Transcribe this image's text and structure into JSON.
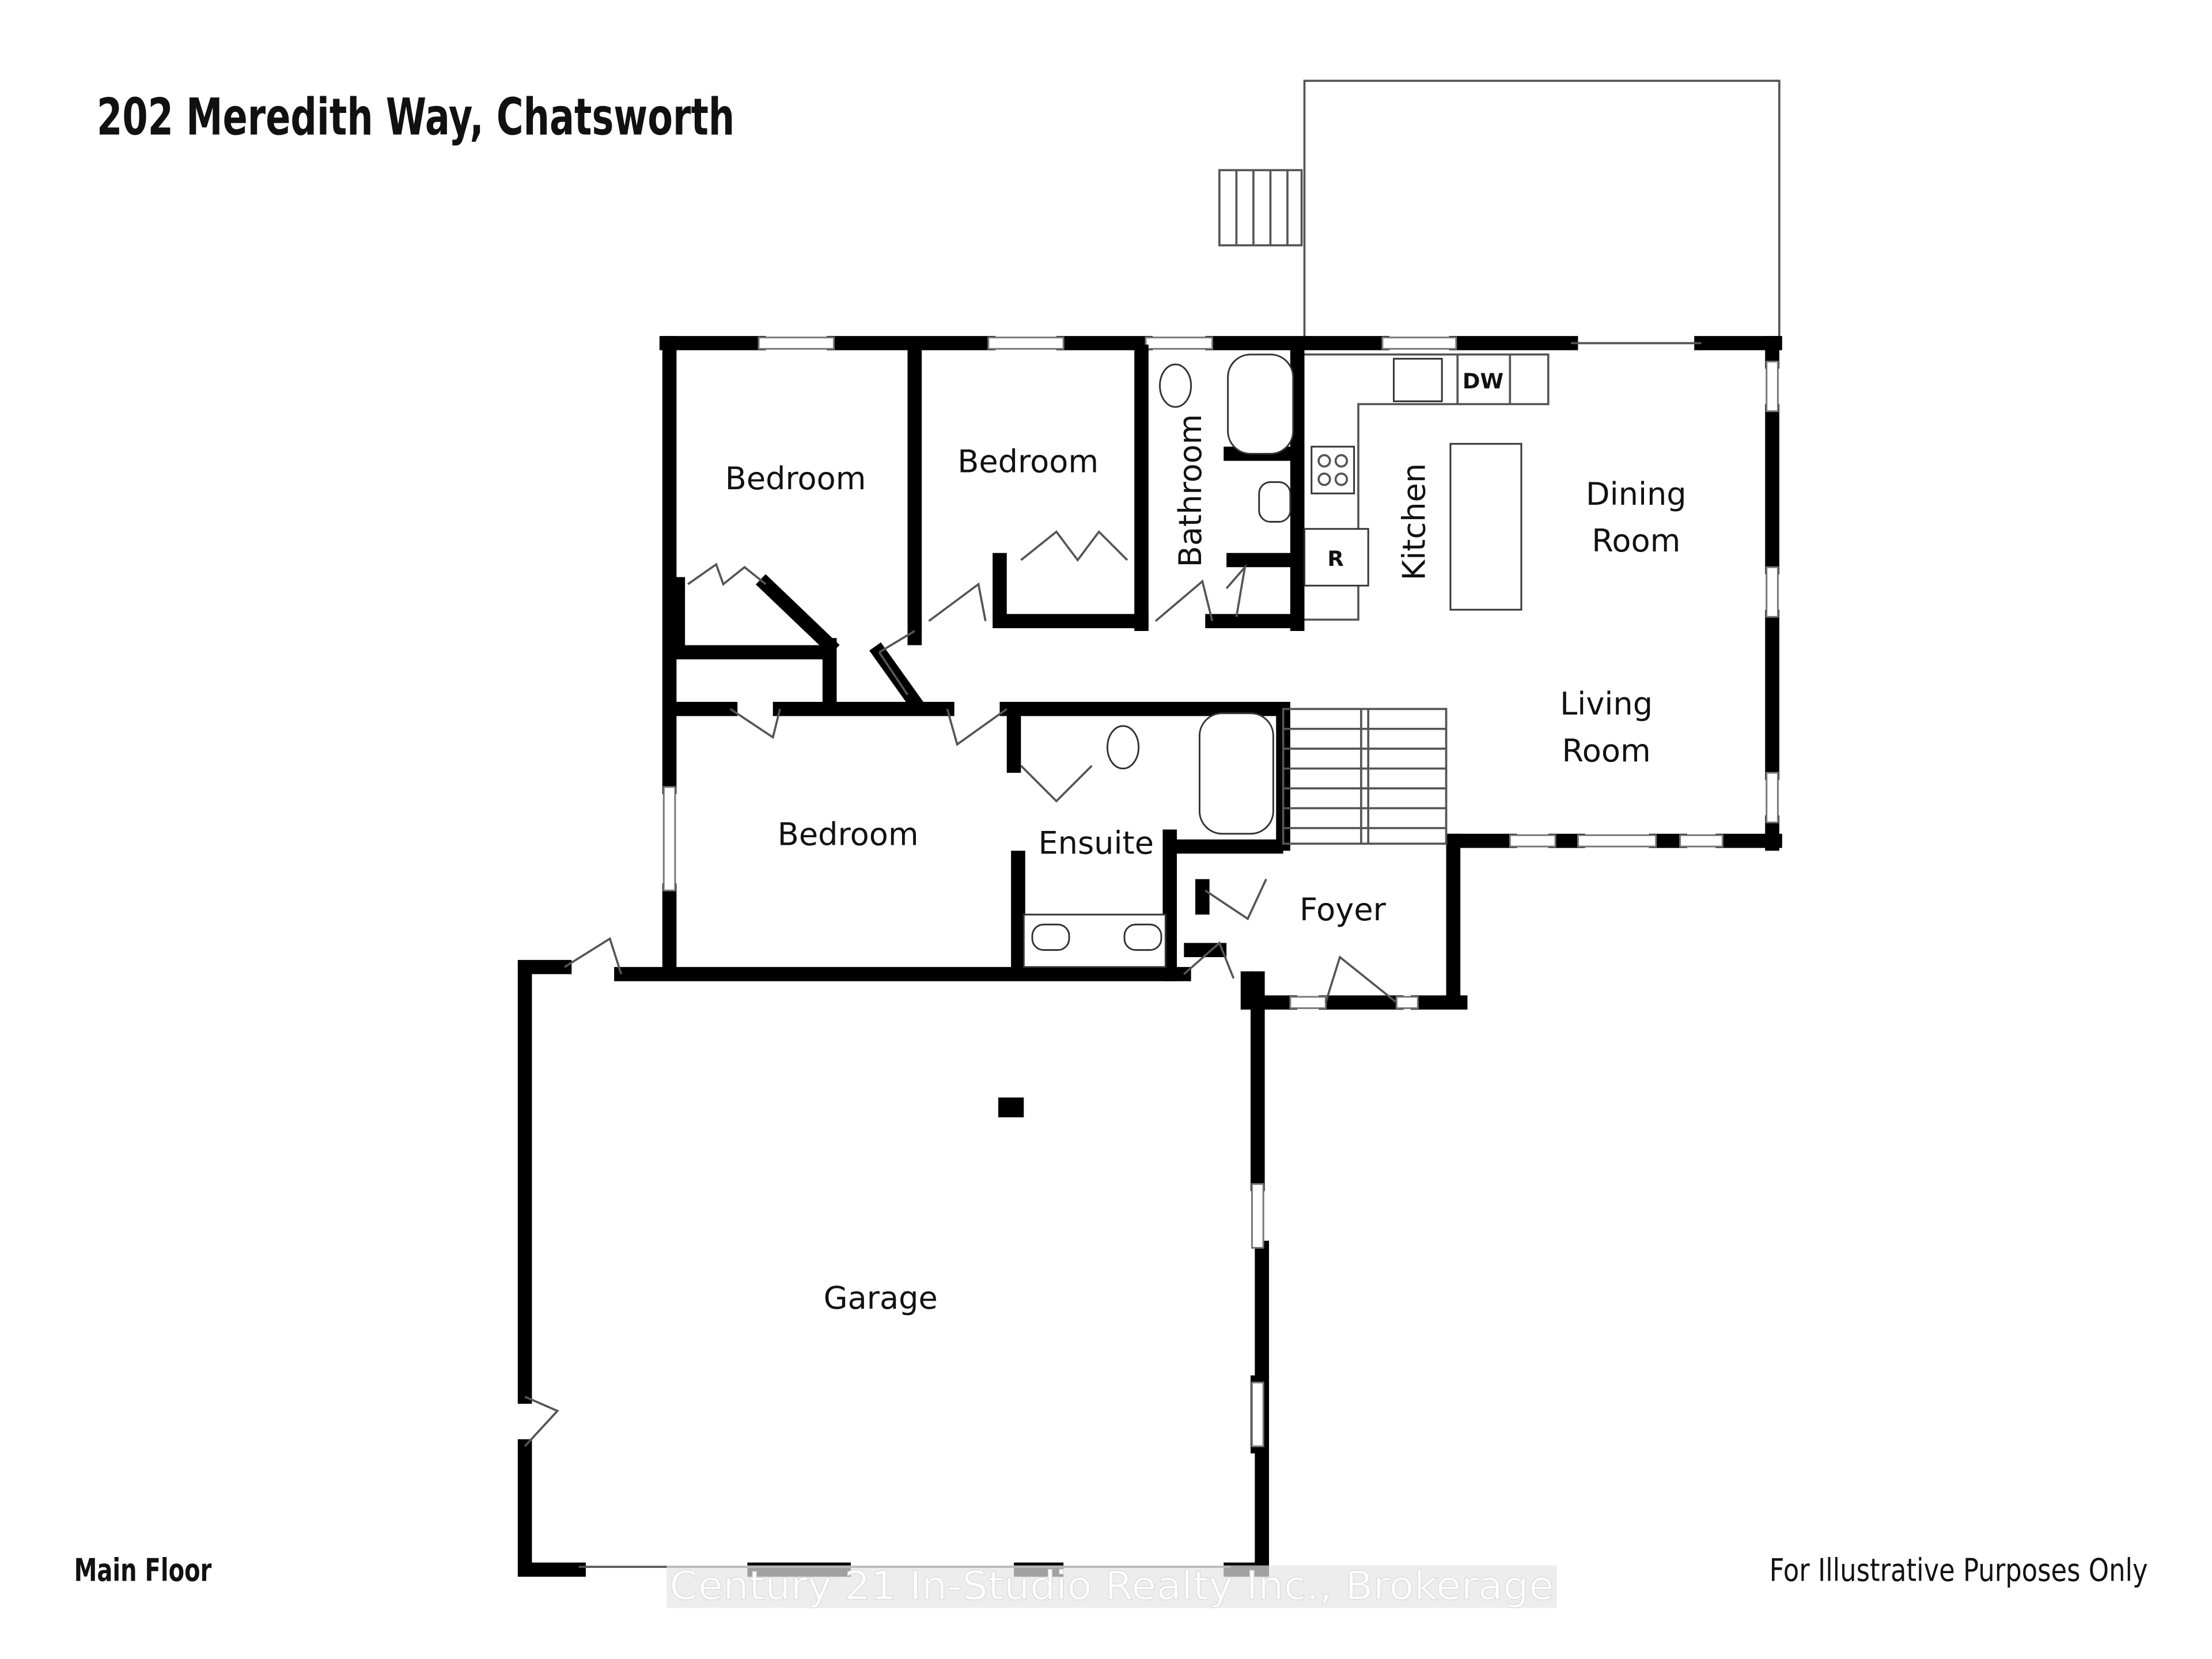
{
  "title": "202 Meredith Way, Chatsworth",
  "floor_label": "Main Floor",
  "disclaimer": "For Illustrative Purposes Only",
  "watermark": "Century 21 In-Studio Realty Inc., Brokerage",
  "rooms": {
    "bedroom_1": "Bedroom",
    "bedroom_2": "Bedroom",
    "bedroom_3": "Bedroom",
    "bathroom": "Bathroom",
    "kitchen": "Kitchen",
    "dining_1": "Dining",
    "dining_2": "Room",
    "living_1": "Living",
    "living_2": "Room",
    "ensuite": "Ensuite",
    "foyer": "Foyer",
    "garage": "Garage"
  },
  "appliances": {
    "dishwasher": "DW",
    "refrigerator": "R"
  }
}
